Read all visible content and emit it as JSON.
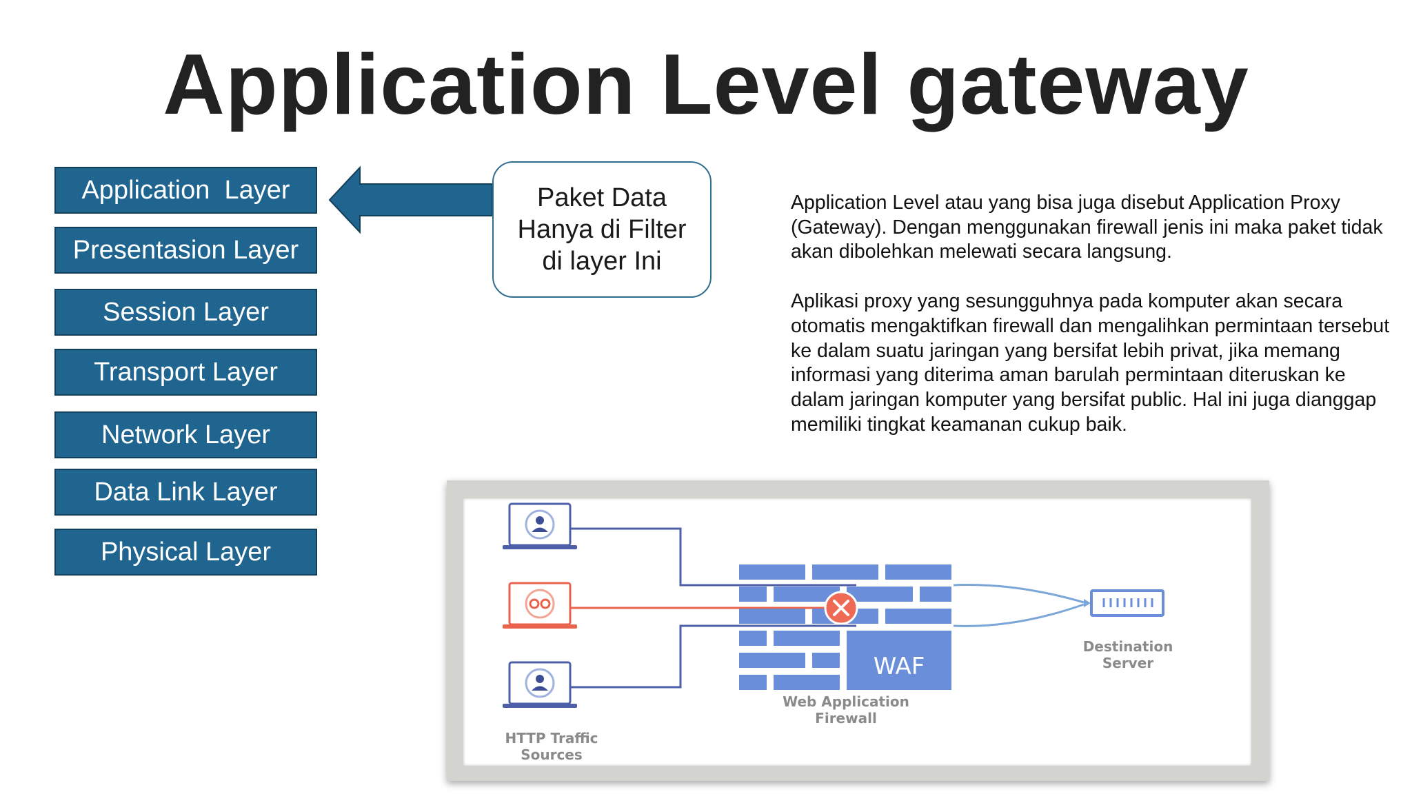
{
  "title": "Application Level gateway",
  "layers": [
    "Application  Layer",
    "Presentasion Layer",
    "Session Layer",
    "Transport Layer",
    "Network Layer",
    "Data Link Layer",
    "Physical Layer"
  ],
  "callout": {
    "line1": "Paket Data",
    "line2": "Hanya di Filter",
    "line3": "di layer Ini"
  },
  "description": {
    "paragraph1": "Application Level atau yang bisa juga disebut Application Proxy (Gateway). Dengan menggunakan firewall jenis ini maka paket tidak akan dibolehkan melewati secara langsung.",
    "paragraph2": "Aplikasi proxy yang sesungguhnya pada komputer akan secara otomatis mengaktifkan firewall dan mengalihkan permintaan tersebut ke dalam suatu jaringan yang bersifat lebih privat, jika memang informasi yang diterima aman barulah permintaan diteruskan ke dalam jaringan komputer yang bersifat public. Hal ini juga dianggap memiliki tingkat keamanan cukup baik."
  },
  "diagram": {
    "waf_label": "WAF",
    "firewall_label_1": "Web Application",
    "firewall_label_2": "Firewall",
    "destination_label_1": "Destination",
    "destination_label_2": "Server",
    "sources_label_1": "HTTP Traffic",
    "sources_label_2": "Sources",
    "colors": {
      "layer_fill": "#1f6590",
      "brick": "#6a8ed9",
      "user_line": "#4c5fa8",
      "attacker_line": "#e8624c",
      "block_circle": "#ef6a55"
    }
  }
}
